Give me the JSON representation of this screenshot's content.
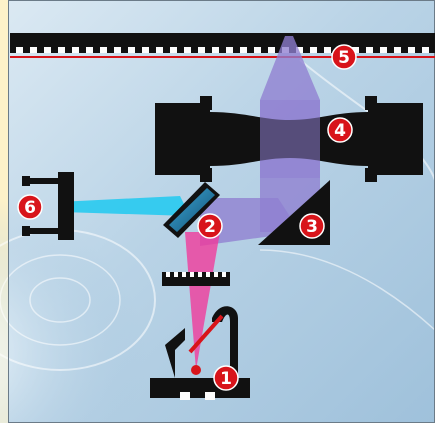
{
  "colors": {
    "page_background": "#fdf2c9",
    "photo_background": "#c9dfed",
    "component_fill": "#111111",
    "marker_fill": "#d8141a",
    "marker_text": "#ffffff",
    "frame_border": "#6b7b88",
    "laser_beam": "#f2379a",
    "cyan_beam": "#1ec9f0",
    "purple_beam": "#8f7fd1"
  },
  "markers": [
    {
      "label": "1",
      "component": "laser-diode"
    },
    {
      "label": "2",
      "component": "beam-splitter"
    },
    {
      "label": "3",
      "component": "prism"
    },
    {
      "label": "4",
      "component": "objective-lens"
    },
    {
      "label": "5",
      "component": "disc-surface"
    },
    {
      "label": "6",
      "component": "photodetector"
    }
  ]
}
